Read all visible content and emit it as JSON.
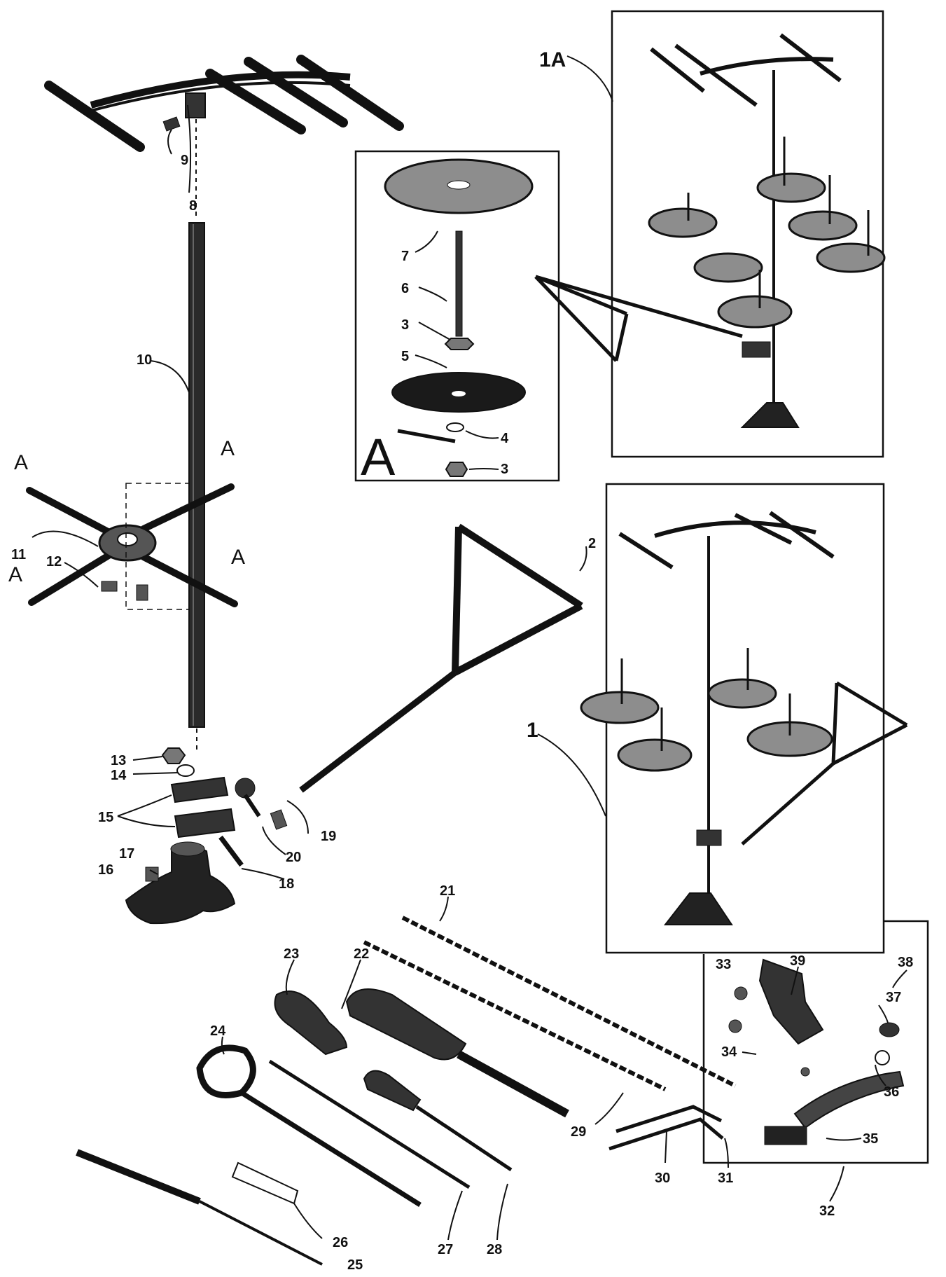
{
  "labels": {
    "l1": "1",
    "l1A": "1A",
    "l2": "2",
    "l3a": "3",
    "l3b": "3",
    "l4": "4",
    "l5": "5",
    "l6": "6",
    "l7": "7",
    "l8": "8",
    "l9": "9",
    "l10": "10",
    "l11": "11",
    "l12": "12",
    "l13": "13",
    "l14": "14",
    "l15": "15",
    "l16": "16",
    "l17": "17",
    "l18": "18",
    "l19": "19",
    "l20": "20",
    "l21": "21",
    "l22": "22",
    "l23": "23",
    "l24": "24",
    "l25": "25",
    "l26": "26",
    "l27": "27",
    "l28": "28",
    "l29": "29",
    "l30": "30",
    "l31": "31",
    "l32": "32",
    "l33": "33",
    "l34": "34",
    "l35": "35",
    "l36": "36",
    "l37": "37",
    "l38": "38",
    "l39": "39",
    "A1": "A",
    "A2": "A",
    "A3": "A",
    "A4": "A",
    "A_inset": "A"
  }
}
